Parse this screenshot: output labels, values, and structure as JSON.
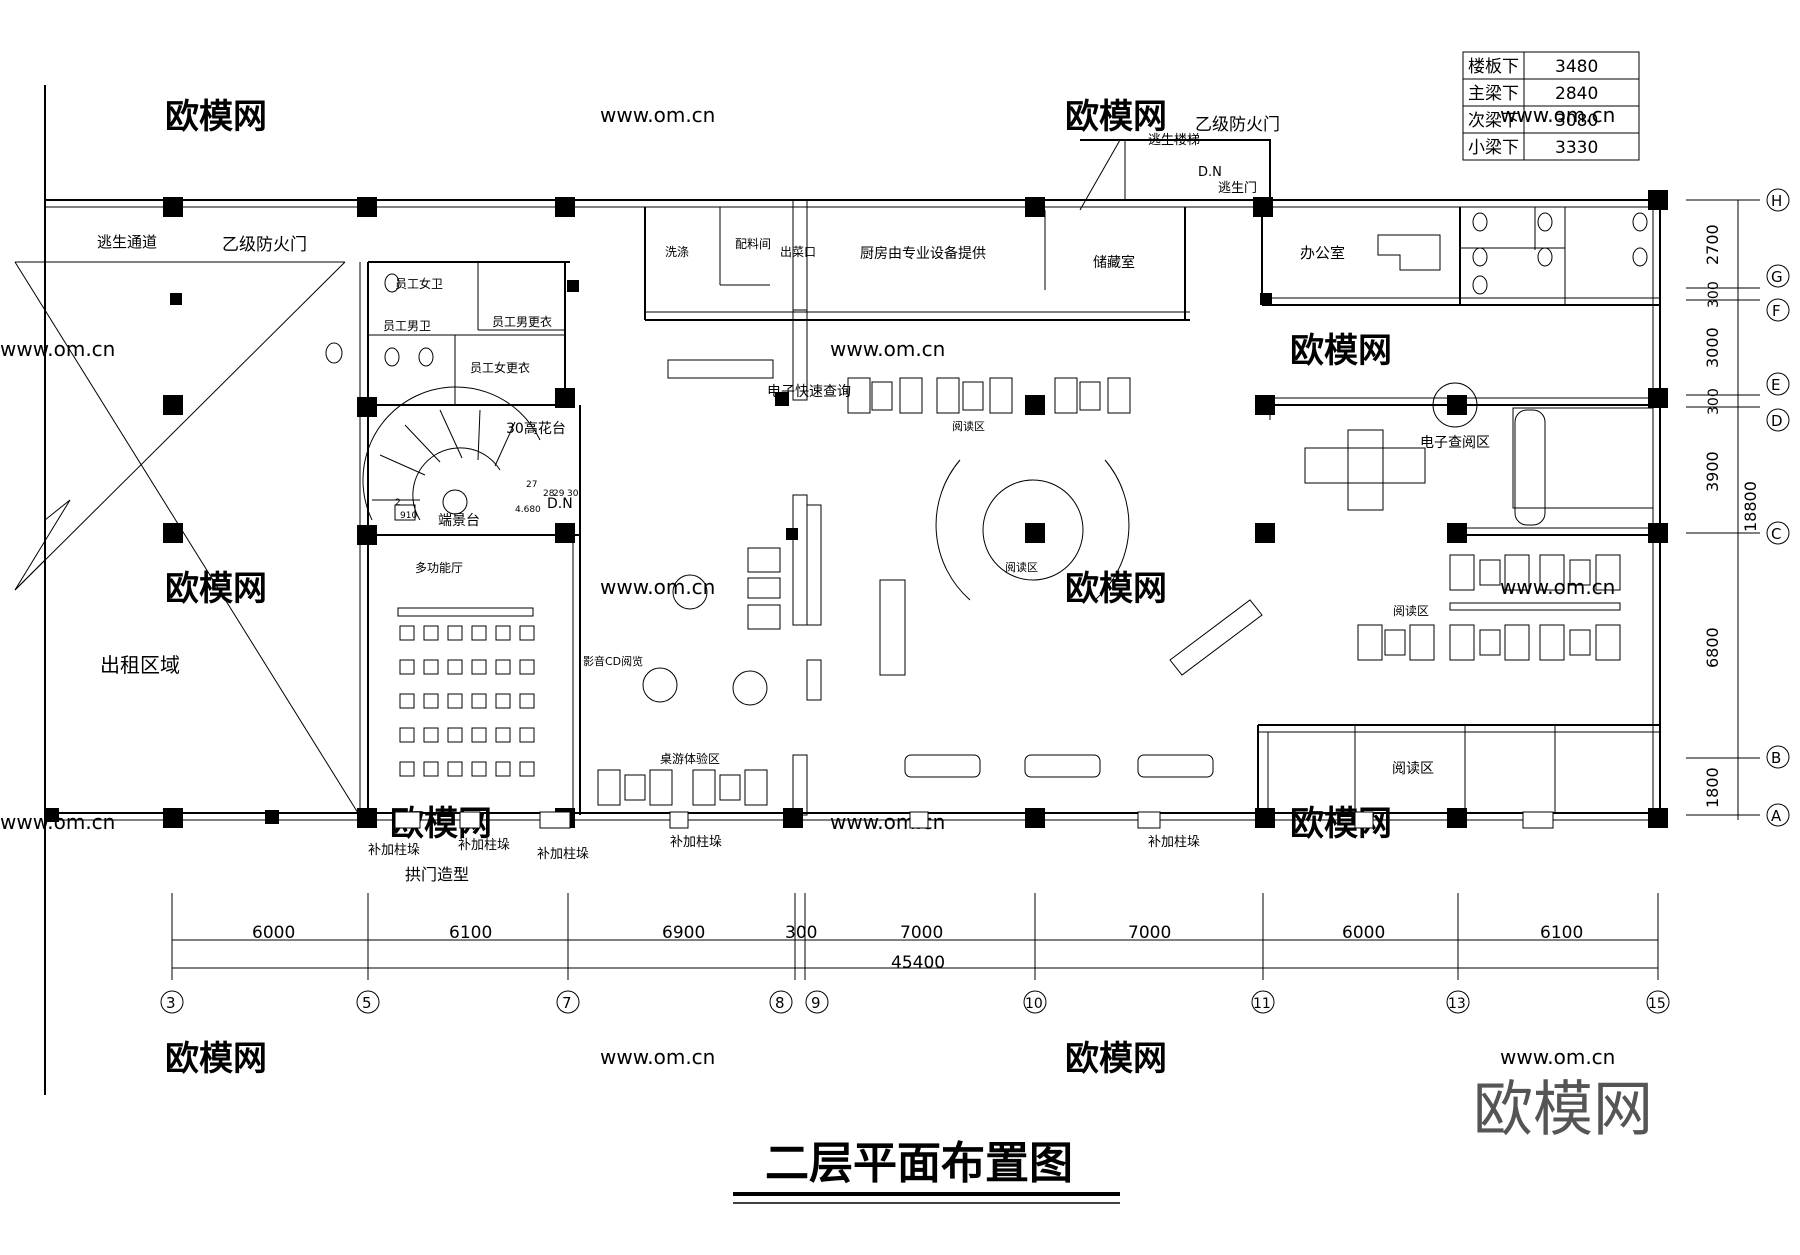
{
  "title": "二层平面布置图",
  "brand_mark": "欧模网",
  "watermarks": [
    "欧模网",
    "www.om.cn"
  ],
  "height_table": [
    {
      "label": "楼板下",
      "value": "3480"
    },
    {
      "label": "主梁下",
      "value": "2840"
    },
    {
      "label": "次梁下",
      "value": "3080"
    },
    {
      "label": "小梁下",
      "value": "3330"
    }
  ],
  "rooms": {
    "escape_passage": "逃生通道",
    "fire_door_left": "乙级防火门",
    "fire_door_top": "乙级防火门",
    "escape_stair": "逃生楼梯",
    "escape_door": "逃生门",
    "dn_top": "D.N",
    "dn_stair": "D.N",
    "rental_area": "出租区域",
    "staff_wc_female": "员工女卫",
    "staff_changing_male": "员工男更衣",
    "staff_wc_male": "员工男卫",
    "staff_changing_female": "员工女更衣",
    "flower_bed": "30高花台",
    "landscape_platform": "端景台",
    "multi_hall": "多功能厅",
    "washing": "洗涤",
    "prep_room": "配料间",
    "serving_window": "出菜口",
    "kitchen": "厨房由专业设备提供",
    "storage": "储藏室",
    "office": "办公室",
    "e_query": "电子快速查询",
    "reading_1": "阅读区",
    "reading_2": "阅读区",
    "reading_3": "阅读区",
    "reading_4": "阅读区",
    "e_reading": "电子查阅区",
    "av_cd": "影音CD阅览",
    "board_game": "桌游体验区",
    "extra_col_1": "补加柱垛",
    "extra_col_2": "补加柱垛",
    "extra_col_3": "补加柱垛",
    "extra_col_4": "补加柱垛",
    "extra_col_5": "补加柱垛",
    "arch_door": "拱门造型",
    "stair_n_27": "27",
    "stair_n_28": "28",
    "stair_n_29": "29",
    "stair_n_30": "30",
    "stair_n_2": "2",
    "level_910": "910",
    "level_4680": "4.680"
  },
  "dims_bottom": [
    "6000",
    "6100",
    "6900",
    "300",
    "7000",
    "7000",
    "6000",
    "6100"
  ],
  "dim_total_bottom": "45400",
  "axes_bottom": [
    "3",
    "5",
    "7",
    "8",
    "9",
    "10",
    "11",
    "13",
    "15"
  ],
  "dims_right": [
    "2700",
    "300",
    "3000",
    "300",
    "3900",
    "6800",
    "1800"
  ],
  "dim_total_right": "18800",
  "axes_right": [
    "H",
    "G",
    "F",
    "E",
    "D",
    "C",
    "B",
    "A"
  ]
}
